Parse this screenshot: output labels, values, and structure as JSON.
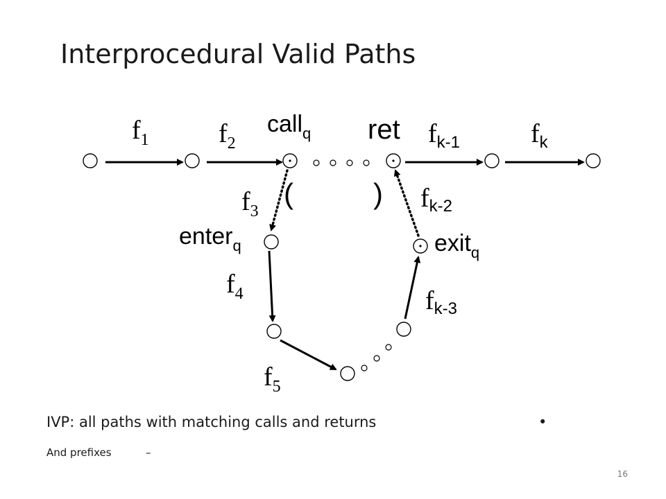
{
  "slide": {
    "title": "Interprocedural Valid Paths",
    "page_number": "16"
  },
  "bullets": [
    {
      "text": "IVP: all paths with matching calls and returns",
      "marker": "•"
    },
    {
      "text": "And prefixes",
      "marker": "–"
    }
  ],
  "diagram": {
    "edge_labels": {
      "f1": {
        "base": "f",
        "sub": "1"
      },
      "f2": {
        "base": "f",
        "sub": "2"
      },
      "f3": {
        "base": "f",
        "sub": "3"
      },
      "f4": {
        "base": "f",
        "sub": "4"
      },
      "f5": {
        "base": "f",
        "sub": "5"
      },
      "fk": {
        "base": "f",
        "sub": "k"
      },
      "fk1": {
        "base": "f",
        "sub": "k-1"
      },
      "fk2": {
        "base": "f",
        "sub": "k-2"
      },
      "fk3": {
        "base": "f",
        "sub": "k-3"
      }
    },
    "node_labels": {
      "call": {
        "base": "call",
        "sub": "q"
      },
      "ret": {
        "base": "ret"
      },
      "enter": {
        "base": "enter",
        "sub": "q"
      },
      "exit": {
        "base": "exit",
        "sub": "q"
      }
    },
    "brackets": {
      "open": "(",
      "close": ")"
    }
  }
}
